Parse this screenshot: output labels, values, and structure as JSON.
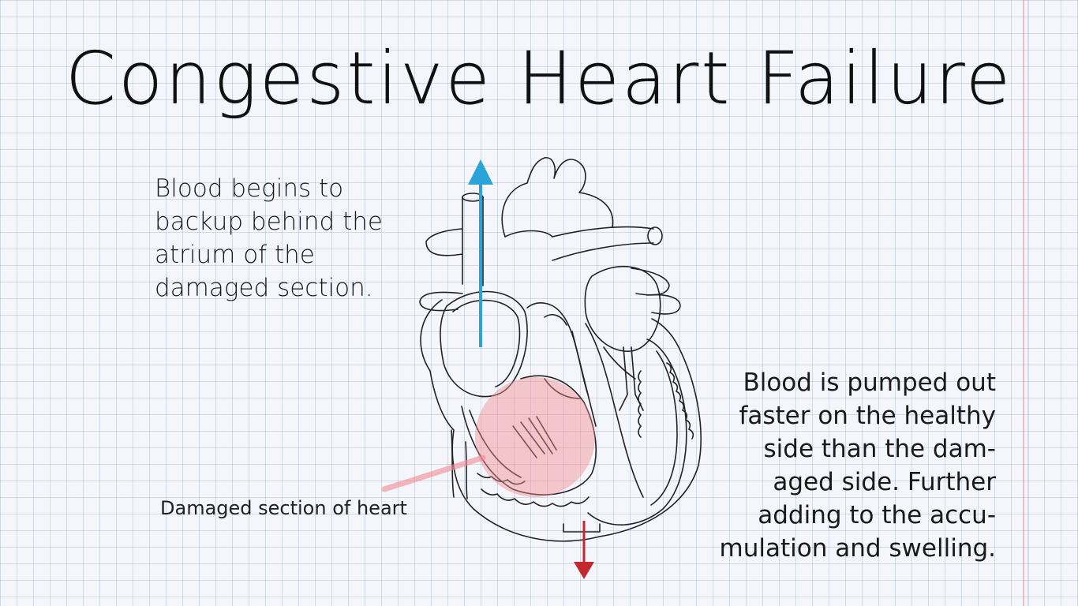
{
  "title": "Congestive Heart Failure",
  "left_text": [
    "Blood begins to",
    "backup behind the",
    "atrium of the",
    "damaged section."
  ],
  "right_text": [
    "Blood is pumped out",
    "faster on the healthy",
    "side than the dam-",
    "aged side. Further",
    "adding to the accu-",
    "mulation and swelling."
  ],
  "caption": "Damaged section of heart",
  "colors": {
    "arrow_up": "#2aa3d8",
    "arrow_down": "#c4272d",
    "damage_highlight": "#f28b92"
  },
  "icons": [
    "heart-illustration",
    "arrow-up-icon",
    "arrow-down-icon"
  ]
}
